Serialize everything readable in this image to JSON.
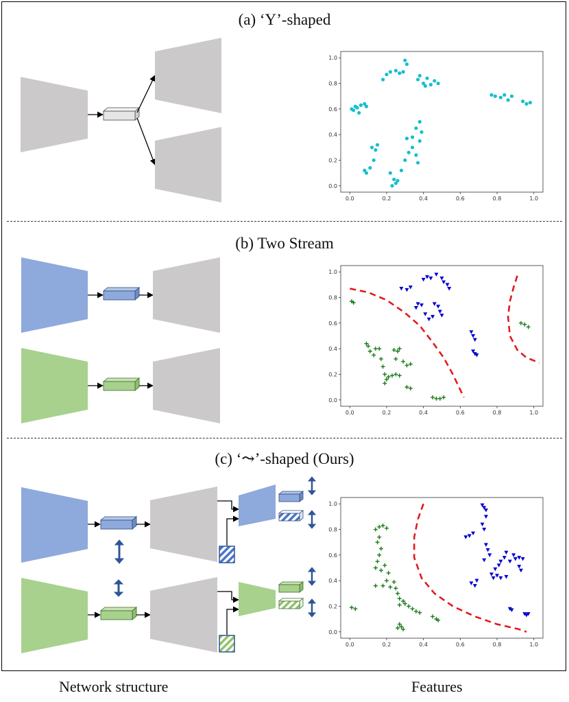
{
  "panels": [
    {
      "title": "(a) ‘Y’-shaped"
    },
    {
      "title": "(b) Two Stream"
    },
    {
      "title": "(c) ‘⤳’-shaped (Ours)"
    }
  ],
  "footer": {
    "left": "Network structure",
    "right": "Features"
  },
  "colors": {
    "gray": "#cbc9ca",
    "blue": "#8ea9dc",
    "green": "#a9d18e",
    "cyan": "#17becf",
    "dark_blue": "#0000cd",
    "dark_green": "#1a7a1a",
    "red_dashed": "#e41a1c",
    "arrow_blue": "#2f5597"
  },
  "chart_data": [
    {
      "type": "scatter",
      "panel": "a",
      "xlim": [
        0,
        1
      ],
      "ylim": [
        0,
        1
      ],
      "xticks": [
        "0.0",
        "0.2",
        "0.4",
        "0.6",
        "0.8",
        "1.0"
      ],
      "yticks": [
        "0.0",
        "0.2",
        "0.4",
        "0.6",
        "0.8",
        "1.0"
      ],
      "series": [
        {
          "marker": "dot",
          "color": "#17becf",
          "points": [
            [
              0.01,
              0.6
            ],
            [
              0.02,
              0.59
            ],
            [
              0.04,
              0.61
            ],
            [
              0.03,
              0.62
            ],
            [
              0.06,
              0.63
            ],
            [
              0.08,
              0.64
            ],
            [
              0.09,
              0.62
            ],
            [
              0.05,
              0.57
            ],
            [
              0.18,
              0.83
            ],
            [
              0.2,
              0.87
            ],
            [
              0.22,
              0.89
            ],
            [
              0.25,
              0.9
            ],
            [
              0.27,
              0.88
            ],
            [
              0.29,
              0.89
            ],
            [
              0.3,
              0.98
            ],
            [
              0.31,
              0.95
            ],
            [
              0.37,
              0.83
            ],
            [
              0.38,
              0.86
            ],
            [
              0.4,
              0.8
            ],
            [
              0.42,
              0.84
            ],
            [
              0.44,
              0.79
            ],
            [
              0.46,
              0.82
            ],
            [
              0.48,
              0.8
            ],
            [
              0.41,
              0.78
            ],
            [
              0.77,
              0.71
            ],
            [
              0.79,
              0.7
            ],
            [
              0.82,
              0.69
            ],
            [
              0.84,
              0.71
            ],
            [
              0.86,
              0.67
            ],
            [
              0.88,
              0.7
            ],
            [
              0.94,
              0.66
            ],
            [
              0.96,
              0.64
            ],
            [
              0.98,
              0.65
            ],
            [
              0.08,
              0.12
            ],
            [
              0.09,
              0.1
            ],
            [
              0.11,
              0.14
            ],
            [
              0.13,
              0.2
            ],
            [
              0.14,
              0.28
            ],
            [
              0.15,
              0.32
            ],
            [
              0.12,
              0.3
            ],
            [
              0.22,
              0.1
            ],
            [
              0.24,
              0.05
            ],
            [
              0.25,
              0.02
            ],
            [
              0.23,
              0.0
            ],
            [
              0.26,
              0.04
            ],
            [
              0.28,
              0.12
            ],
            [
              0.3,
              0.2
            ],
            [
              0.32,
              0.26
            ],
            [
              0.34,
              0.3
            ],
            [
              0.36,
              0.24
            ],
            [
              0.37,
              0.18
            ],
            [
              0.38,
              0.35
            ],
            [
              0.39,
              0.42
            ],
            [
              0.38,
              0.5
            ],
            [
              0.36,
              0.45
            ],
            [
              0.34,
              0.38
            ],
            [
              0.31,
              0.37
            ]
          ]
        }
      ]
    },
    {
      "type": "scatter",
      "panel": "b",
      "xlim": [
        0,
        1
      ],
      "ylim": [
        0,
        1
      ],
      "xticks": [
        "0.0",
        "0.2",
        "0.4",
        "0.6",
        "0.8",
        "1.0"
      ],
      "yticks": [
        "0.0",
        "0.2",
        "0.4",
        "0.6",
        "0.8",
        "1.0"
      ],
      "series": [
        {
          "marker": "triangle",
          "color": "#0000cd",
          "points": [
            [
              0.28,
              0.87
            ],
            [
              0.31,
              0.86
            ],
            [
              0.33,
              0.88
            ],
            [
              0.4,
              0.94
            ],
            [
              0.42,
              0.96
            ],
            [
              0.44,
              0.95
            ],
            [
              0.47,
              0.98
            ],
            [
              0.5,
              0.95
            ],
            [
              0.51,
              0.92
            ],
            [
              0.53,
              0.9
            ],
            [
              0.54,
              0.87
            ],
            [
              0.37,
              0.75
            ],
            [
              0.36,
              0.72
            ],
            [
              0.39,
              0.74
            ],
            [
              0.41,
              0.67
            ],
            [
              0.43,
              0.63
            ],
            [
              0.45,
              0.65
            ],
            [
              0.46,
              0.75
            ],
            [
              0.48,
              0.73
            ],
            [
              0.49,
              0.69
            ],
            [
              0.5,
              0.66
            ],
            [
              0.66,
              0.53
            ],
            [
              0.67,
              0.5
            ],
            [
              0.68,
              0.47
            ],
            [
              0.67,
              0.38
            ],
            [
              0.68,
              0.36
            ],
            [
              0.69,
              0.35
            ]
          ]
        },
        {
          "marker": "plus",
          "color": "#1a7a1a",
          "points": [
            [
              0.01,
              0.77
            ],
            [
              0.02,
              0.76
            ],
            [
              0.09,
              0.44
            ],
            [
              0.1,
              0.42
            ],
            [
              0.11,
              0.38
            ],
            [
              0.13,
              0.35
            ],
            [
              0.14,
              0.4
            ],
            [
              0.16,
              0.4
            ],
            [
              0.17,
              0.32
            ],
            [
              0.18,
              0.26
            ],
            [
              0.19,
              0.2
            ],
            [
              0.2,
              0.16
            ],
            [
              0.19,
              0.13
            ],
            [
              0.21,
              0.18
            ],
            [
              0.23,
              0.19
            ],
            [
              0.25,
              0.2
            ],
            [
              0.27,
              0.19
            ],
            [
              0.25,
              0.32
            ],
            [
              0.26,
              0.38
            ],
            [
              0.27,
              0.4
            ],
            [
              0.24,
              0.39
            ],
            [
              0.29,
              0.3
            ],
            [
              0.31,
              0.27
            ],
            [
              0.33,
              0.28
            ],
            [
              0.31,
              0.1
            ],
            [
              0.33,
              0.09
            ],
            [
              0.45,
              0.02
            ],
            [
              0.47,
              0.01
            ],
            [
              0.49,
              0.01
            ],
            [
              0.51,
              0.02
            ],
            [
              0.93,
              0.6
            ],
            [
              0.95,
              0.59
            ],
            [
              0.97,
              0.57
            ]
          ]
        }
      ],
      "boundaries": [
        [
          [
            0.0,
            0.87
          ],
          [
            0.1,
            0.84
          ],
          [
            0.2,
            0.78
          ],
          [
            0.3,
            0.68
          ],
          [
            0.38,
            0.58
          ],
          [
            0.45,
            0.45
          ],
          [
            0.51,
            0.33
          ],
          [
            0.56,
            0.2
          ],
          [
            0.6,
            0.08
          ],
          [
            0.62,
            0.02
          ]
        ],
        [
          [
            0.91,
            0.97
          ],
          [
            0.89,
            0.88
          ],
          [
            0.87,
            0.77
          ],
          [
            0.86,
            0.65
          ],
          [
            0.87,
            0.5
          ],
          [
            0.91,
            0.39
          ],
          [
            0.96,
            0.33
          ],
          [
            1.03,
            0.29
          ]
        ]
      ]
    },
    {
      "type": "scatter",
      "panel": "c",
      "xlim": [
        0,
        1
      ],
      "ylim": [
        0,
        1
      ],
      "xticks": [
        "0.0",
        "0.2",
        "0.4",
        "0.6",
        "0.8",
        "1.0"
      ],
      "yticks": [
        "0.0",
        "0.2",
        "0.4",
        "0.6",
        "0.8",
        "1.0"
      ],
      "series": [
        {
          "marker": "triangle",
          "color": "#0000cd",
          "points": [
            [
              0.63,
              0.74
            ],
            [
              0.65,
              0.75
            ],
            [
              0.67,
              0.77
            ],
            [
              0.72,
              0.99
            ],
            [
              0.73,
              0.97
            ],
            [
              0.74,
              0.95
            ],
            [
              0.74,
              0.9
            ],
            [
              0.72,
              0.84
            ],
            [
              0.73,
              0.8
            ],
            [
              0.74,
              0.68
            ],
            [
              0.75,
              0.64
            ],
            [
              0.76,
              0.6
            ],
            [
              0.73,
              0.56
            ],
            [
              0.79,
              0.49
            ],
            [
              0.81,
              0.52
            ],
            [
              0.82,
              0.55
            ],
            [
              0.84,
              0.58
            ],
            [
              0.85,
              0.62
            ],
            [
              0.87,
              0.55
            ],
            [
              0.89,
              0.6
            ],
            [
              0.9,
              0.57
            ],
            [
              0.92,
              0.58
            ],
            [
              0.94,
              0.57
            ],
            [
              0.92,
              0.51
            ],
            [
              0.93,
              0.48
            ],
            [
              0.8,
              0.44
            ],
            [
              0.78,
              0.42
            ],
            [
              0.77,
              0.45
            ],
            [
              0.82,
              0.42
            ],
            [
              0.85,
              0.43
            ],
            [
              0.68,
              0.36
            ],
            [
              0.66,
              0.38
            ],
            [
              0.69,
              0.4
            ],
            [
              0.87,
              0.18
            ],
            [
              0.88,
              0.17
            ],
            [
              0.95,
              0.14
            ],
            [
              0.96,
              0.13
            ],
            [
              0.97,
              0.14
            ]
          ]
        },
        {
          "marker": "plus",
          "color": "#1a7a1a",
          "points": [
            [
              0.01,
              0.19
            ],
            [
              0.03,
              0.18
            ],
            [
              0.14,
              0.8
            ],
            [
              0.16,
              0.82
            ],
            [
              0.18,
              0.83
            ],
            [
              0.2,
              0.81
            ],
            [
              0.16,
              0.74
            ],
            [
              0.15,
              0.7
            ],
            [
              0.17,
              0.65
            ],
            [
              0.16,
              0.6
            ],
            [
              0.15,
              0.55
            ],
            [
              0.14,
              0.5
            ],
            [
              0.17,
              0.48
            ],
            [
              0.19,
              0.52
            ],
            [
              0.21,
              0.46
            ],
            [
              0.2,
              0.4
            ],
            [
              0.18,
              0.36
            ],
            [
              0.14,
              0.36
            ],
            [
              0.22,
              0.35
            ],
            [
              0.24,
              0.39
            ],
            [
              0.25,
              0.34
            ],
            [
              0.26,
              0.3
            ],
            [
              0.27,
              0.26
            ],
            [
              0.29,
              0.24
            ],
            [
              0.3,
              0.22
            ],
            [
              0.27,
              0.21
            ],
            [
              0.32,
              0.2
            ],
            [
              0.34,
              0.18
            ],
            [
              0.36,
              0.16
            ],
            [
              0.38,
              0.15
            ],
            [
              0.27,
              0.06
            ],
            [
              0.28,
              0.04
            ],
            [
              0.29,
              0.02
            ],
            [
              0.26,
              0.03
            ],
            [
              0.45,
              0.12
            ],
            [
              0.47,
              0.1
            ],
            [
              0.48,
              0.09
            ]
          ]
        }
      ],
      "boundaries": [
        [
          [
            0.4,
            1.0
          ],
          [
            0.37,
            0.88
          ],
          [
            0.35,
            0.74
          ],
          [
            0.35,
            0.58
          ],
          [
            0.39,
            0.42
          ],
          [
            0.46,
            0.3
          ],
          [
            0.56,
            0.2
          ],
          [
            0.68,
            0.12
          ],
          [
            0.8,
            0.06
          ],
          [
            0.92,
            0.02
          ],
          [
            0.96,
            0.0
          ]
        ]
      ]
    }
  ]
}
